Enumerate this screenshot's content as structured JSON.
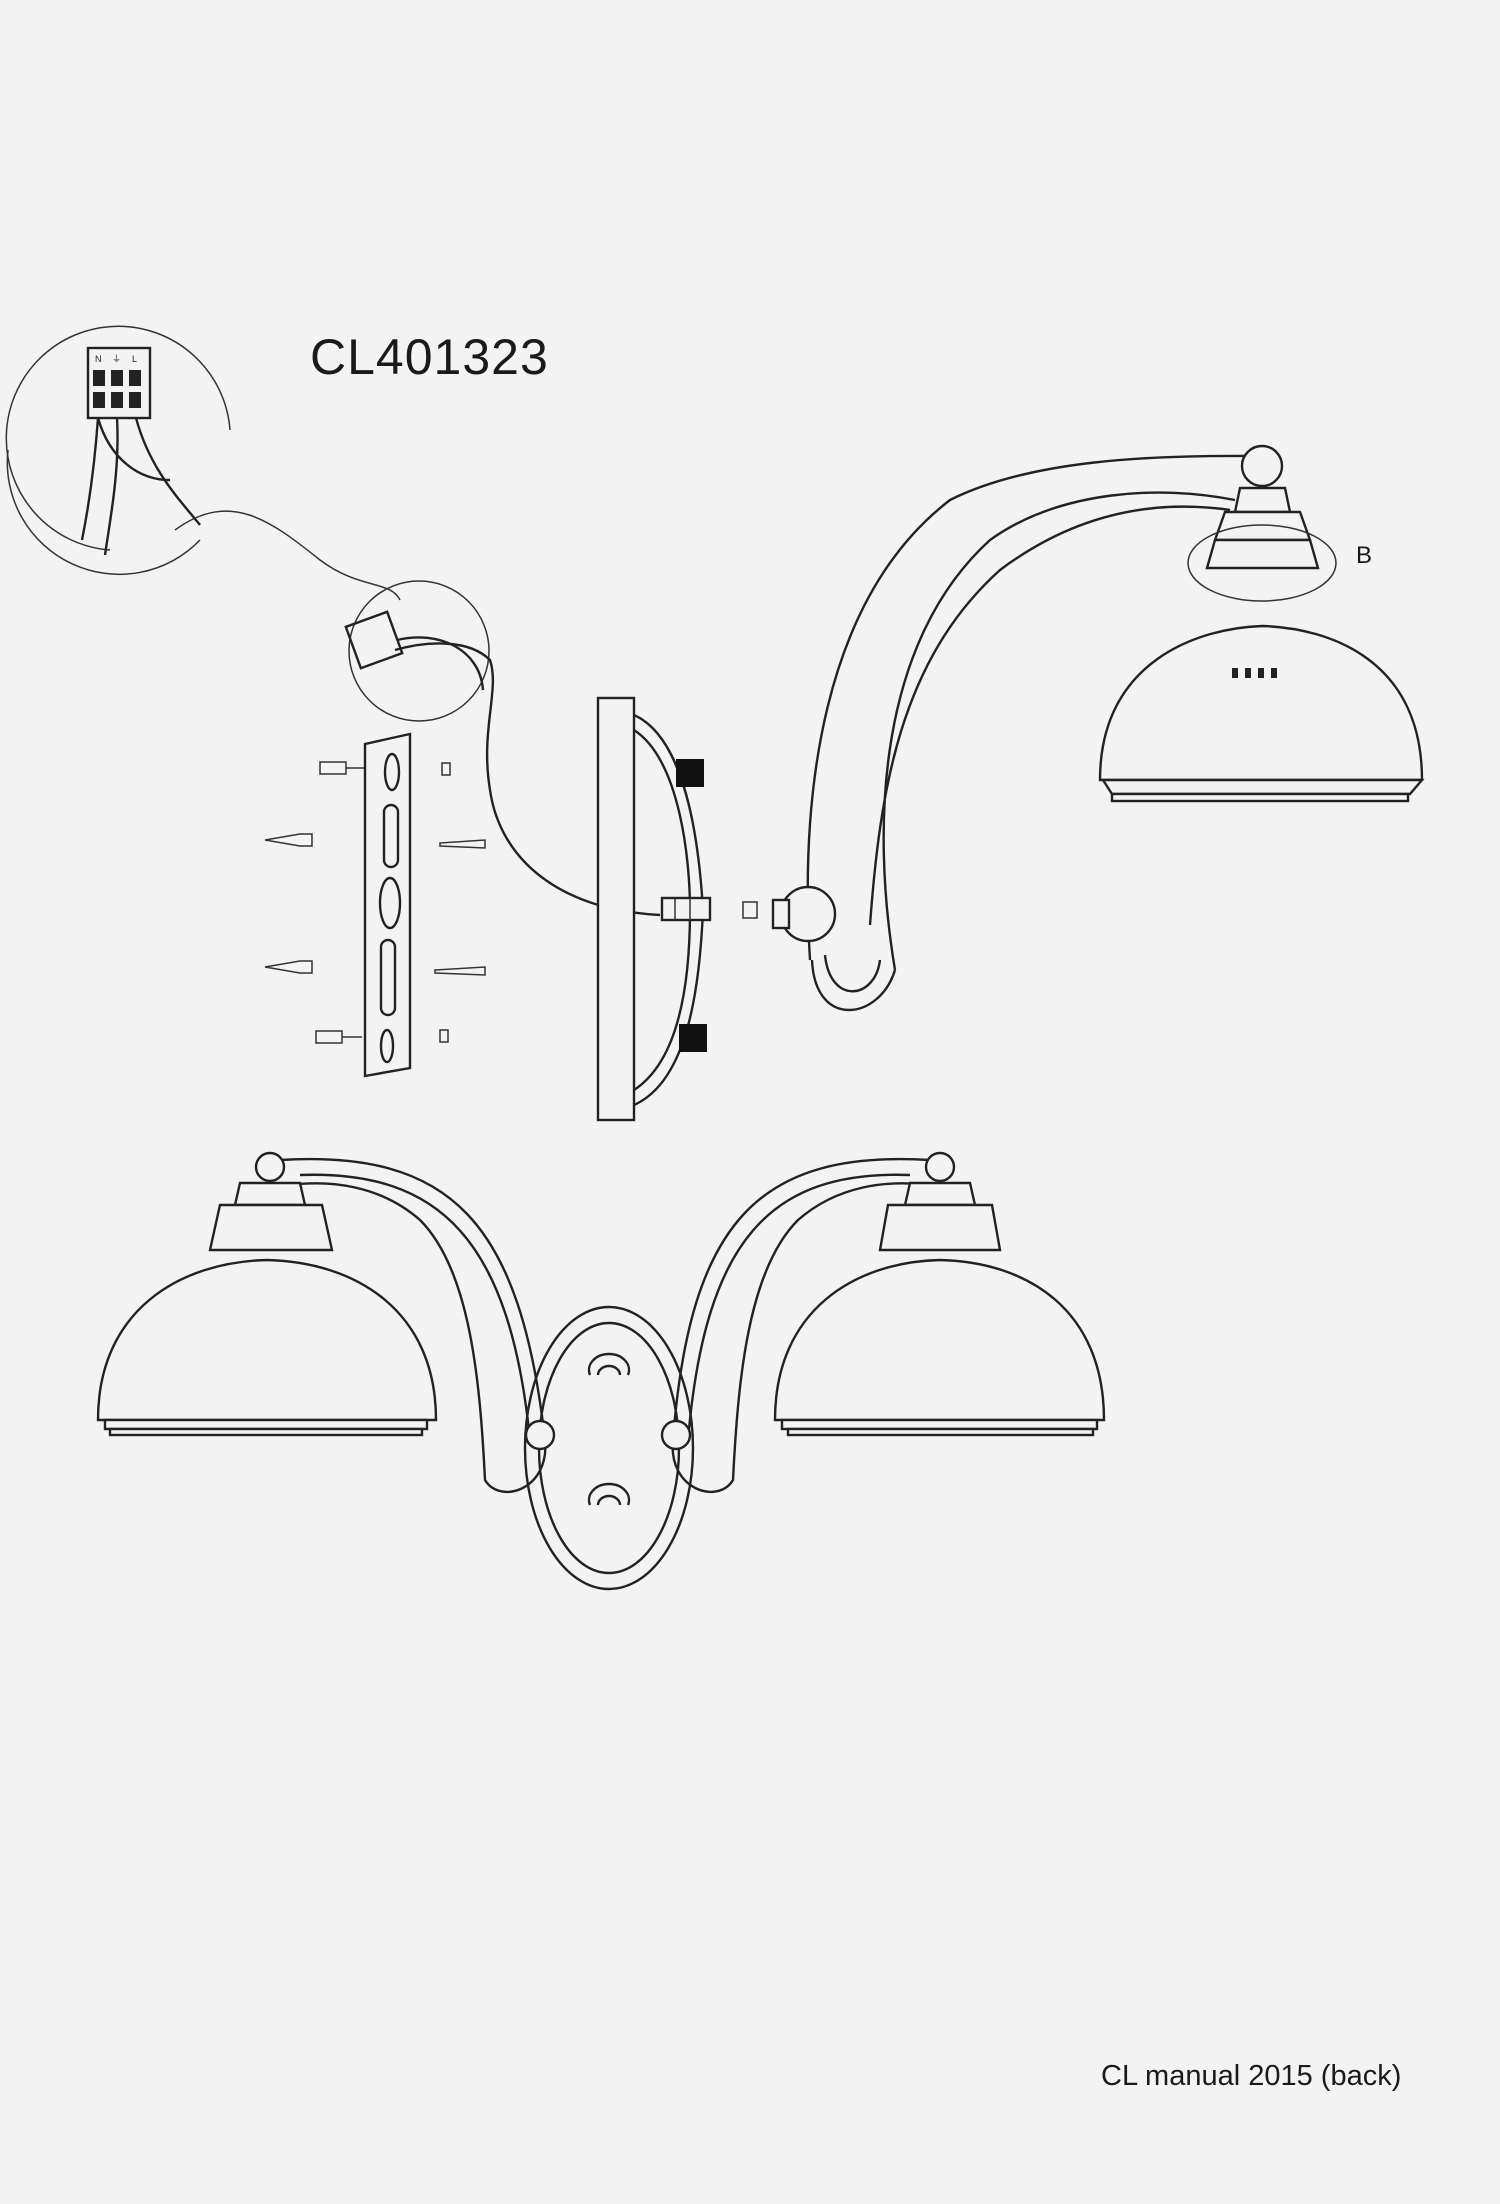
{
  "diagram": {
    "model_number": "CL401323",
    "part_label": "B",
    "terminal_labels": [
      "N",
      "⏚",
      "L"
    ],
    "footer": "CL  manual 2015 (back)"
  }
}
